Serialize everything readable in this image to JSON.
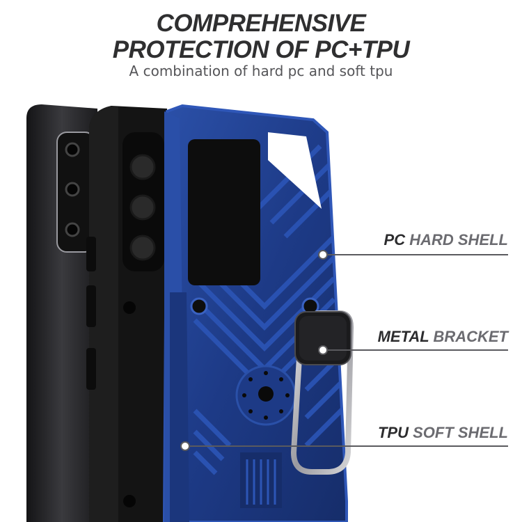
{
  "headline": {
    "line1": "COMPREHENSIVE",
    "line2": "PROTECTION OF PC+TPU"
  },
  "subtitle": "A combination of hard pc and soft tpu",
  "callouts": [
    {
      "key": "PC",
      "rest": "HARD SHELL"
    },
    {
      "key": "METAL",
      "rest": "BRACKET"
    },
    {
      "key": "TPU",
      "rest": "SOFT SHELL"
    }
  ],
  "colors": {
    "case_blue": "#1f3f8c",
    "case_blue_light": "#3a62c2",
    "inner_black": "#161616",
    "phone_body": "#2a2a2c",
    "text_dark": "#2f2f30",
    "text_grey": "#6b6b70",
    "leader_line": "#5a5a5e"
  }
}
